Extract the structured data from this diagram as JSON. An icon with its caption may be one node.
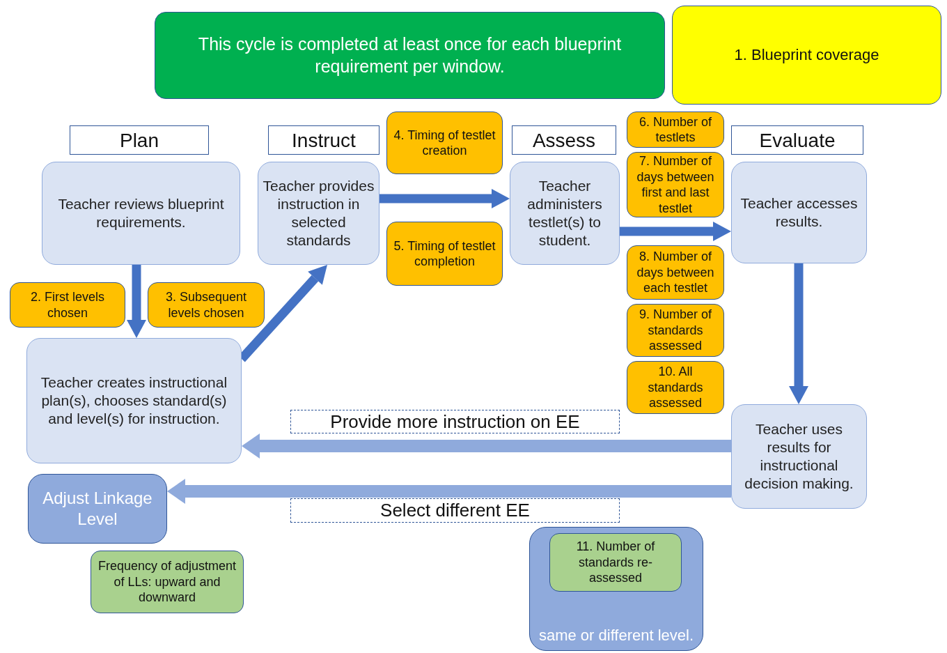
{
  "diagram": {
    "nodes": [
      {
        "text": [
          "This cycle is completed at least once for each blueprint requirement per window."
        ]
      },
      {
        "text": [
          "1. Blueprint coverage"
        ]
      },
      {
        "text": [
          "Plan"
        ]
      },
      {
        "text": [
          "Teacher reviews blueprint requirements."
        ]
      },
      {
        "text": [
          "Instruct"
        ]
      },
      {
        "text": [
          "Teacher provides instruction in selected standards"
        ]
      },
      {
        "text": [
          "Assess"
        ]
      },
      {
        "text": [
          "Teacher administers testlet(s) to student."
        ]
      },
      {
        "text": [
          "Evaluate"
        ]
      },
      {
        "text": [
          "Teacher accesses results."
        ]
      },
      {
        "text": [
          "4. Timing of testlet creation"
        ]
      },
      {
        "text": [
          "5. Timing of testlet completion"
        ]
      },
      {
        "text": [
          "6. Number of testlets"
        ]
      },
      {
        "text": [
          "7. Number of days between first and last testlet"
        ]
      },
      {
        "text": [
          "8. Number of days between each testlet"
        ]
      },
      {
        "text": [
          "Teacher creates instructional plan(s), chooses standard(s) and level(s) for instruction."
        ]
      },
      {
        "text": [
          "2. First levels chosen"
        ]
      },
      {
        "text": [
          "3. Subsequent levels chosen"
        ]
      },
      {
        "text": [
          "Teacher uses results for instructional decision making."
        ]
      },
      {
        "text": [
          "Provide more instruction on EE"
        ]
      },
      {
        "text": [
          "9. Number of standards assessed"
        ]
      },
      {
        "text": [
          "10. All standards assessed"
        ]
      },
      {
        "text": [
          "Select different EE"
        ]
      },
      {
        "text": [
          "Adjust Linkage Level"
        ]
      },
      {
        "text": [
          "Frequency of adjustment of LLs: upward and downward"
        ]
      },
      {
        "text": [
          "same or different level."
        ]
      },
      {
        "text": [
          "11. Number of standards re-assessed"
        ],
        "in": 25
      }
    ],
    "edges": [
      {
        "from": 3,
        "to": 15,
        "arrow": "to"
      },
      {
        "from": 15,
        "to": 5,
        "arrow": "to"
      },
      {
        "from": 5,
        "to": 7,
        "arrow": "to"
      },
      {
        "from": 7,
        "to": 9,
        "arrow": "to"
      },
      {
        "from": 9,
        "to": 18,
        "arrow": "to"
      },
      {
        "from": 18,
        "to": 15,
        "arrow": "to",
        "color": "#8faadc"
      },
      {
        "from": 18,
        "to": 23,
        "arrow": "to",
        "color": "#8faadc"
      }
    ]
  }
}
